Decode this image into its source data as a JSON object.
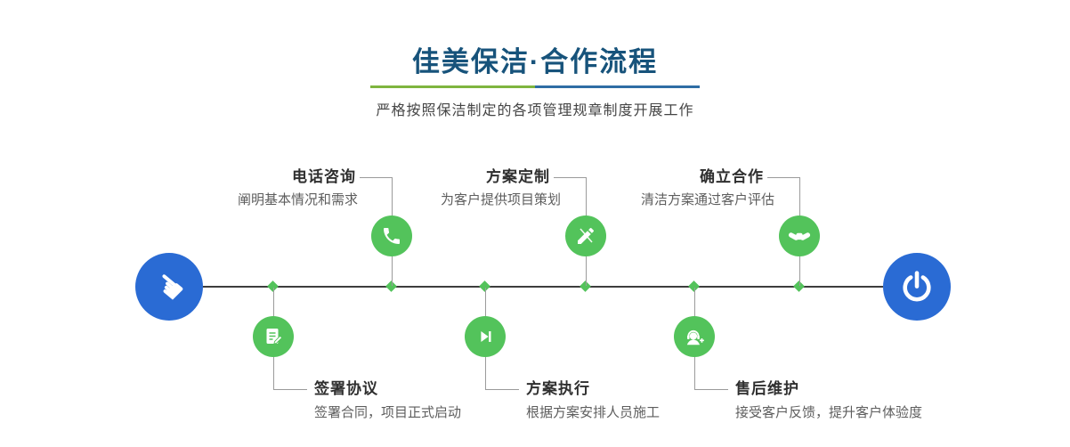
{
  "header": {
    "title": "佳美保洁·合作流程",
    "subtitle": "严格按照保洁制定的各项管理规章制度开展工作"
  },
  "timeline": {
    "start_icon": "pointing-hand-icon",
    "end_icon": "power-icon"
  },
  "steps": [
    {
      "title": "电话咨询",
      "desc": "阐明基本情况和需求",
      "icon": "phone-icon",
      "position": "top"
    },
    {
      "title": "方案定制",
      "desc": "为客户提供项目策划",
      "icon": "pencil-icon",
      "position": "top"
    },
    {
      "title": "确立合作",
      "desc": "清洁方案通过客户评估",
      "icon": "handshake-icon",
      "position": "top"
    },
    {
      "title": "签署协议",
      "desc": "签署合同，项目正式启动",
      "icon": "document-icon",
      "position": "bottom"
    },
    {
      "title": "方案执行",
      "desc": "根据方案安排人员施工",
      "icon": "play-icon",
      "position": "bottom"
    },
    {
      "title": "售后维护",
      "desc": "接受客户反馈，提升客户体验度",
      "icon": "headset-icon",
      "position": "bottom"
    }
  ],
  "colors": {
    "title_navy": "#17537b",
    "accent_green": "#53c35b",
    "accent_blue": "#2a6bd4",
    "divider_green": "#7fb53f",
    "divider_blue": "#2e6da4"
  }
}
